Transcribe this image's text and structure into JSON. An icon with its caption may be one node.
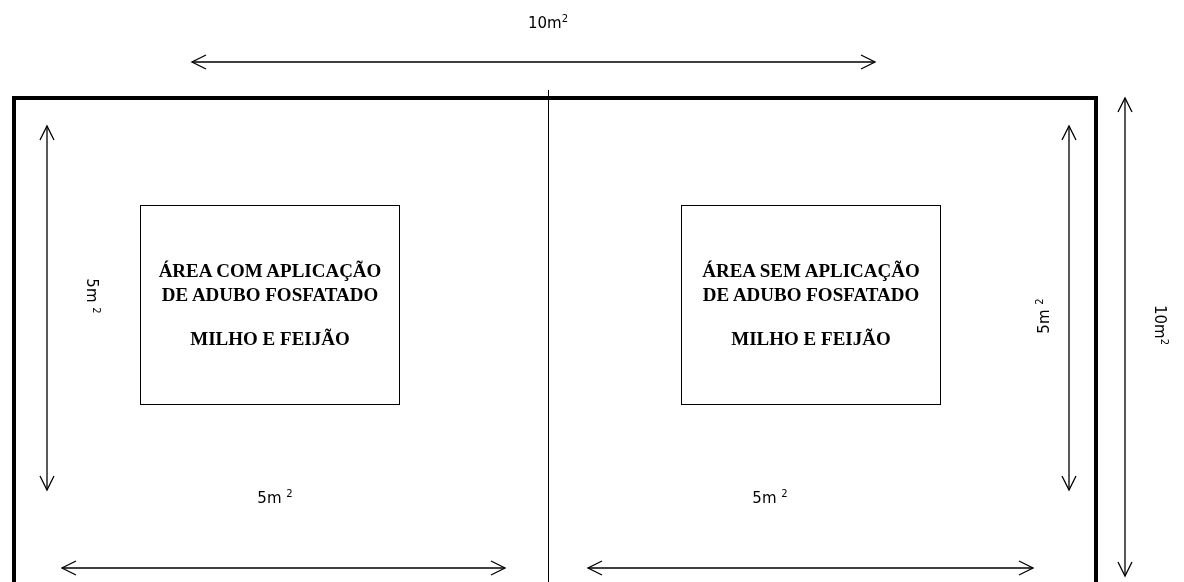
{
  "diagram": {
    "nodes": [
      {
        "text": [
          "ÁREA COM APLICAÇÃO DE ADUBO FOSFATADO",
          "MILHO E FEIJÃO"
        ]
      },
      {
        "text": [
          "ÁREA SEM APLICAÇÃO DE ADUBO FOSFATADO",
          "MILHO E FEIJÃO"
        ]
      }
    ],
    "labels": [
      "10m$^{2}$",
      "5m $^{2}$",
      "5m $^{2}$",
      "10m$^{2}$",
      "5m $^{2}$",
      "5m $^{2}$"
    ]
  }
}
